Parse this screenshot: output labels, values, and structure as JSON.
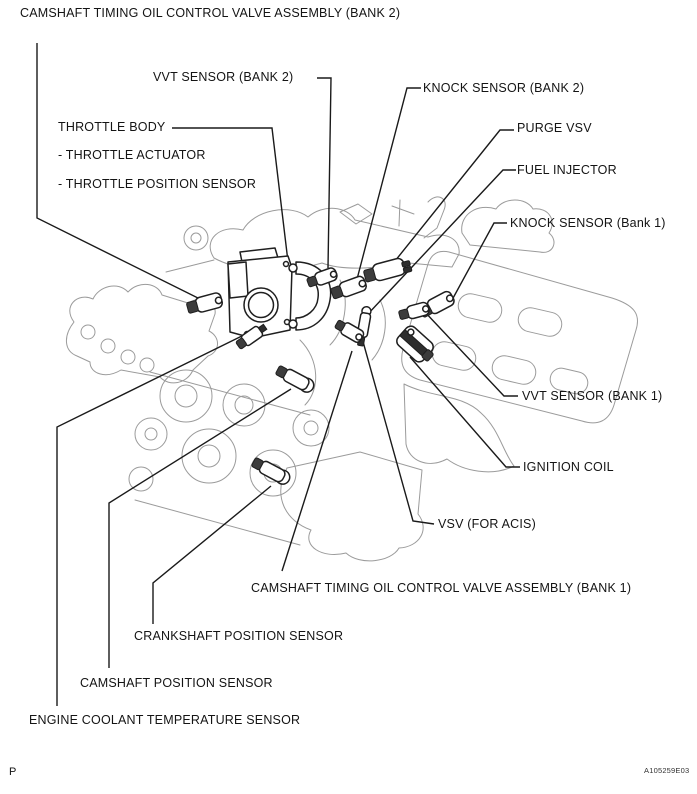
{
  "figure": {
    "type": "engine-component-location-diagram",
    "background_color": "#ffffff",
    "line_color": "#1a1a1a",
    "sketch_color": "#9b9b9b",
    "text_color": "#141414"
  },
  "labels": [
    {
      "id": "camshaft-timing-ocv-bank2",
      "text": "CAMSHAFT TIMING OIL CONTROL VALVE ASSEMBLY (BANK 2)"
    },
    {
      "id": "vvt-sensor-bank2",
      "text": "VVT SENSOR (BANK 2)"
    },
    {
      "id": "throttle-body",
      "text": "THROTTLE BODY"
    },
    {
      "id": "throttle-actuator",
      "text": "- THROTTLE ACTUATOR"
    },
    {
      "id": "throttle-position-sensor",
      "text": "- THROTTLE POSITION SENSOR"
    },
    {
      "id": "knock-sensor-bank2",
      "text": "KNOCK SENSOR (BANK 2)"
    },
    {
      "id": "purge-vsv",
      "text": "PURGE VSV"
    },
    {
      "id": "fuel-injector",
      "text": "FUEL INJECTOR"
    },
    {
      "id": "knock-sensor-bank1",
      "text": "KNOCK SENSOR (Bank 1)"
    },
    {
      "id": "vvt-sensor-bank1",
      "text": "VVT SENSOR (BANK 1)"
    },
    {
      "id": "ignition-coil",
      "text": "IGNITION COIL"
    },
    {
      "id": "vsv-for-acis",
      "text": "VSV (FOR ACIS)"
    },
    {
      "id": "camshaft-timing-ocv-bank1",
      "text": "CAMSHAFT TIMING OIL CONTROL VALVE ASSEMBLY (BANK 1)"
    },
    {
      "id": "crankshaft-position-sensor",
      "text": "CRANKSHAFT POSITION SENSOR"
    },
    {
      "id": "camshaft-position-sensor",
      "text": "CAMSHAFT POSITION SENSOR"
    },
    {
      "id": "engine-coolant-temperature-sensor",
      "text": "ENGINE COOLANT TEMPERATURE SENSOR"
    }
  ],
  "footer": {
    "page_marker": "P",
    "figure_code": "A105259E03"
  }
}
